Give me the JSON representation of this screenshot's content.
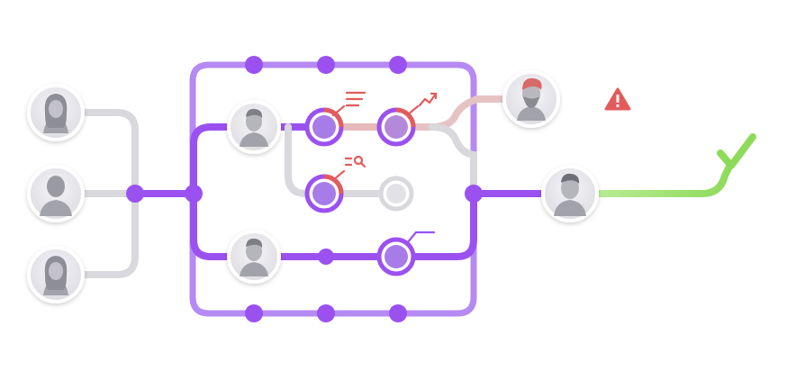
{
  "diagram": {
    "kind": "user-flow-network",
    "colors": {
      "purple": "#9B51F0",
      "purple_light": "#B58AF3",
      "gray_line": "#D8D8DD",
      "red": "#E35B5B",
      "green": "#8EDB5A",
      "avatar_bg": "#E9E9EE"
    },
    "icons": {
      "warning": "warning-triangle-icon",
      "success": "checkmark-icon",
      "list": "list-lines-icon",
      "trend": "trend-arrow-icon",
      "search": "search-filter-icon"
    },
    "nodes": {
      "inputs": [
        "female-user",
        "user",
        "female-user"
      ],
      "inner": [
        "male-user-top",
        "male-user-bottom"
      ],
      "outputs": [
        "red-bearded-user",
        "male-user-right"
      ]
    }
  }
}
